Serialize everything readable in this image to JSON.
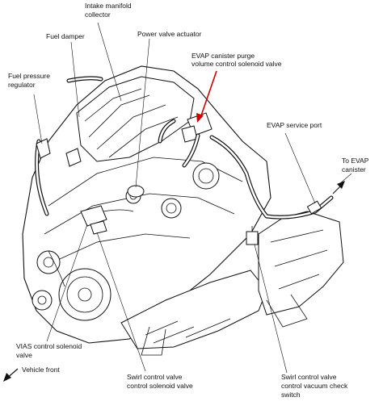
{
  "labels": {
    "intake_manifold_collector": [
      "Intake manifold",
      "collector"
    ],
    "fuel_damper": [
      "Fuel damper"
    ],
    "fuel_pressure_regulator": [
      "Fuel pressure",
      "regulator"
    ],
    "power_valve_actuator": [
      "Power valve actuator"
    ],
    "evap_purge_valve": [
      "EVAP canister purge",
      "volume control solenoid valve"
    ],
    "evap_service_port": [
      "EVAP service port"
    ],
    "to_evap_canister": [
      "To EVAP",
      "canister"
    ],
    "vias_control_solenoid_valve": [
      "VIAS control solenoid",
      "valve"
    ],
    "swirl_control_solenoid_valve": [
      "Swirl control valve",
      "control solenoid valve"
    ],
    "swirl_vacuum_check_switch": [
      "Swirl control valve",
      "control vacuum check",
      "switch"
    ],
    "vehicle_front": [
      "Vehicle front"
    ]
  },
  "colors": {
    "line": "#111111",
    "background": "#ffffff",
    "highlight_arrow": "#cc0000"
  }
}
